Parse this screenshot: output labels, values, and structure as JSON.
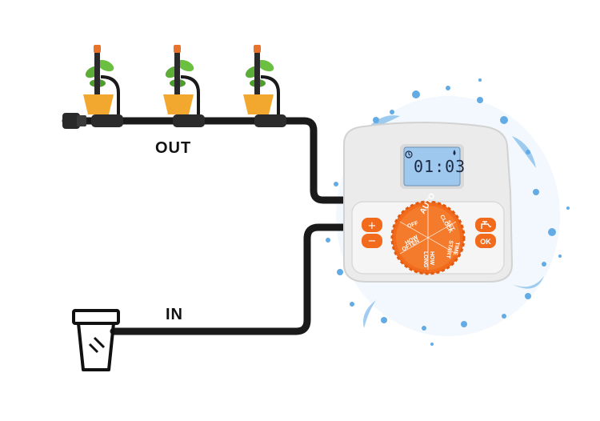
{
  "labels": {
    "out": "OUT",
    "in": "IN"
  },
  "display": {
    "time": "01:03"
  },
  "dial": {
    "auto": "AUTO",
    "off": "OFF",
    "set_clock_1": "SET",
    "set_clock_2": "CLOCK",
    "start_time_1": "START",
    "start_time_2": "TIME",
    "how_long_1": "HOW",
    "how_long_2": "LONG",
    "how_often_1": "HOW",
    "how_often_2": "OFTEN"
  },
  "buttons": {
    "plus": "+",
    "minus": "−",
    "ok": "OK"
  },
  "colors": {
    "accent": "#f26a1b",
    "body": "#e6e6e6",
    "lcd": "#9fc8ef",
    "pipe": "#1a1a1a",
    "water": "#2f8fdc"
  }
}
